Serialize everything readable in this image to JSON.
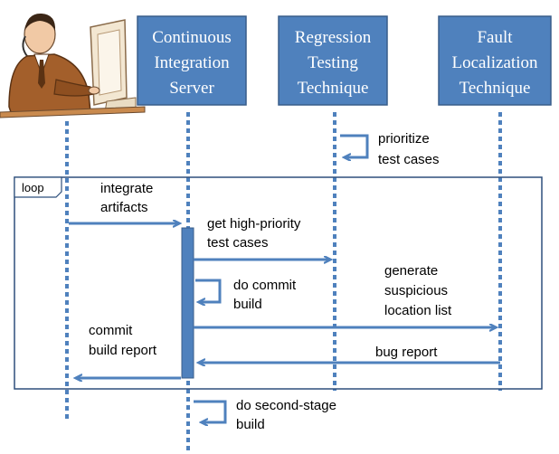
{
  "participants": [
    {
      "id": "ci",
      "lines": [
        "Continuous",
        "Integration",
        "Server"
      ]
    },
    {
      "id": "rt",
      "lines": [
        "Regression",
        "Testing",
        "Technique"
      ]
    },
    {
      "id": "fl",
      "lines": [
        "Fault",
        "Localization",
        "Technique"
      ]
    }
  ],
  "loop": {
    "label": "loop"
  },
  "messages": {
    "prioritize": [
      "prioritize",
      "test cases"
    ],
    "integrate": [
      "integrate",
      "artifacts"
    ],
    "get_high_priority": [
      "get high-priority",
      "test cases"
    ],
    "commit_build": [
      "do commit",
      "build"
    ],
    "suspicious": [
      "generate",
      "suspicious",
      "location list"
    ],
    "commit_report": [
      "commit",
      "build report"
    ],
    "bug_report": [
      "bug report"
    ],
    "second_stage": [
      "do second-stage",
      "build"
    ]
  },
  "colors": {
    "header_fill": "#4f81bd",
    "header_stroke": "#385d8a",
    "line": "#4f81bd",
    "frame": "#2e4f7c"
  },
  "icons": {
    "actor": "developer-at-computer-icon"
  }
}
